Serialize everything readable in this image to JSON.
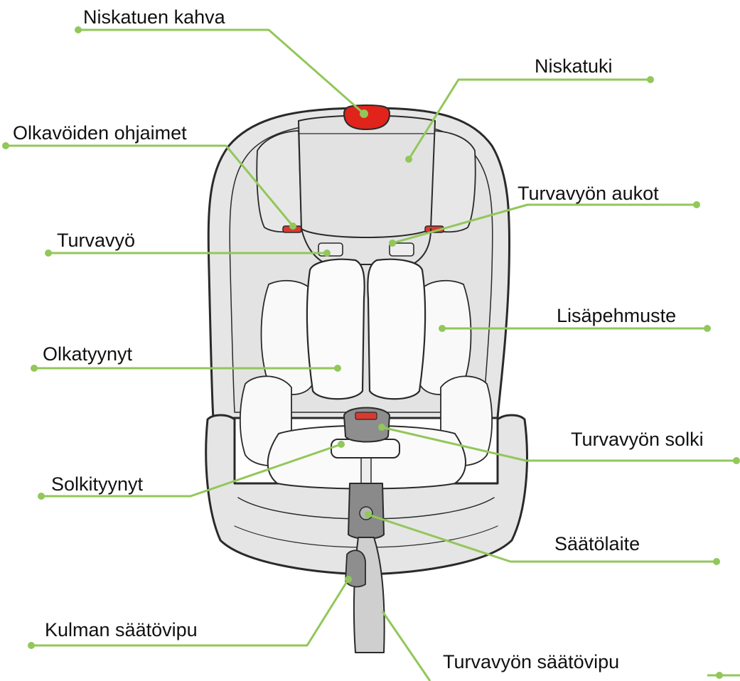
{
  "diagram": {
    "labels": {
      "niskatuen_kahva": "Niskatuen kahva",
      "niskatuki": "Niskatuki",
      "olkavoiden_ohjaimet": "Olkavöiden ohjaimet",
      "turvavyon_aukot": "Turvavyön aukot",
      "turvavyo": "Turvavyö",
      "lisapehmuste": "Lisäpehmuste",
      "olkatyynyt": "Olkatyynyt",
      "turvavyon_solki": "Turvavyön solki",
      "solkityynyt": "Solkityynyt",
      "saatolaite": "Säätölaite",
      "kulman_saatovipu": "Kulman säätövipu",
      "turvavyon_saatovipu": "Turvavyön säätövipu"
    },
    "colors": {
      "leader_line": "#92c75a",
      "seat_fill": "#e6e6e6",
      "seat_outline": "#2a2a2a",
      "cushion_fill": "#f9f9f9",
      "accent_red": "#e0231b",
      "buckle_gray": "#8e8e8e"
    }
  }
}
